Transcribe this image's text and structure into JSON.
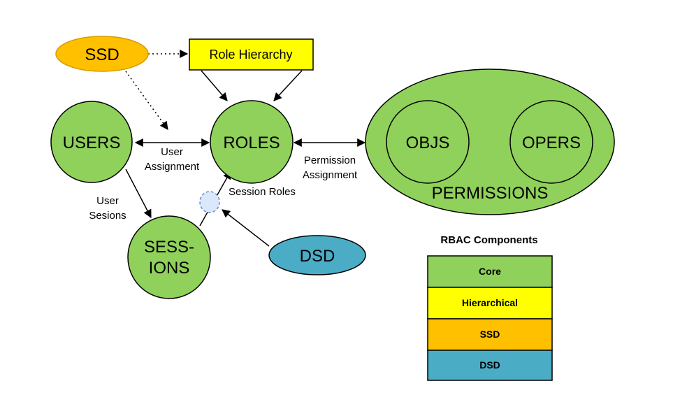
{
  "nodes": {
    "ssd": "SSD",
    "role_hierarchy": "Role Hierarchy",
    "users": "USERS",
    "roles": "ROLES",
    "objs": "OBJS",
    "opers": "OPERS",
    "permissions": "PERMISSIONS",
    "sessions_line1": "SESS-",
    "sessions_line2": "IONS",
    "dsd": "DSD"
  },
  "edges": {
    "user_assignment_line1": "User",
    "user_assignment_line2": "Assignment",
    "permission_assignment_line1": "Permission",
    "permission_assignment_line2": "Assignment",
    "user_sessions_line1": "User",
    "user_sessions_line2": "Sesions",
    "session_roles": "Session Roles"
  },
  "legend": {
    "title": "RBAC Components",
    "items": [
      {
        "label": "Core",
        "color": "#8fd15a"
      },
      {
        "label": "Hierarchical",
        "color": "#ffff00"
      },
      {
        "label": "SSD",
        "color": "#ffc000"
      },
      {
        "label": "DSD",
        "color": "#4bacc6"
      }
    ]
  },
  "colors": {
    "core": "#8fd15a",
    "hierarchical": "#ffff00",
    "ssd": "#ffc000",
    "ssd_stroke": "#d79b00",
    "dsd": "#4bacc6",
    "session_point": "#dae8fc"
  }
}
